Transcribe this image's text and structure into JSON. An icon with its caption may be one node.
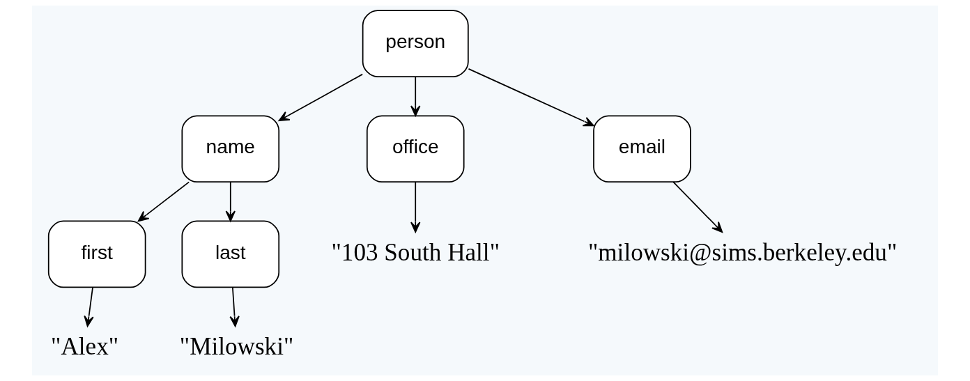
{
  "diagram": {
    "nodes": [
      {
        "text": [
          "person"
        ]
      },
      {
        "text": [
          "name"
        ]
      },
      {
        "text": [
          "office"
        ]
      },
      {
        "text": [
          "email"
        ]
      },
      {
        "text": [
          "first"
        ]
      },
      {
        "text": [
          "last"
        ]
      },
      {
        "text": [
          "\"Alex\""
        ]
      },
      {
        "text": [
          "\"Milowski\""
        ]
      },
      {
        "text": [
          "\"103 South Hall\""
        ]
      },
      {
        "text": [
          "\"milowski@sims.berkeley.edu\""
        ]
      }
    ],
    "edges": [
      {
        "from": 0,
        "to": 1,
        "arrow": "to"
      },
      {
        "from": 0,
        "to": 2,
        "arrow": "to"
      },
      {
        "from": 0,
        "to": 3,
        "arrow": "to"
      },
      {
        "from": 1,
        "to": 4,
        "arrow": "to"
      },
      {
        "from": 1,
        "to": 5,
        "arrow": "to"
      },
      {
        "from": 2,
        "to": 8,
        "arrow": "to"
      },
      {
        "from": 3,
        "to": 9,
        "arrow": "to"
      },
      {
        "from": 4,
        "to": 6,
        "arrow": "to"
      },
      {
        "from": 5,
        "to": 7,
        "arrow": "to"
      }
    ]
  }
}
